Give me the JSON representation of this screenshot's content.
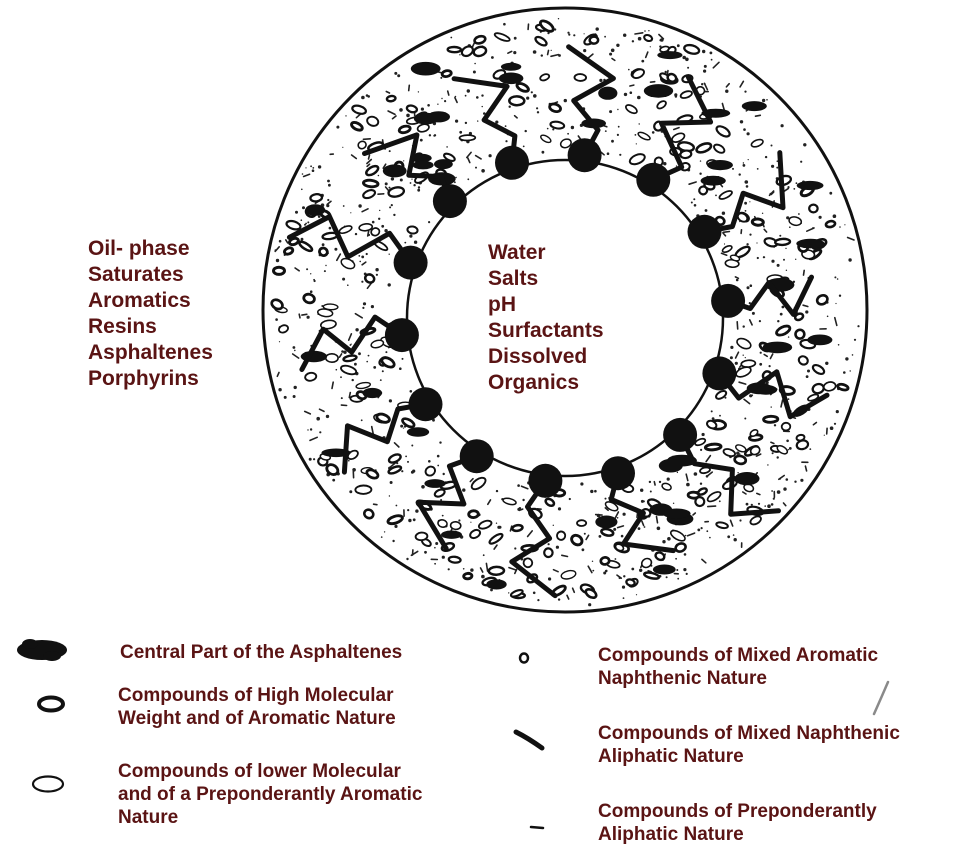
{
  "oil_phase": {
    "items": [
      "Oil- phase",
      "Saturates",
      "Aromatics",
      "Resins",
      "Asphaltenes",
      "Porphyrins"
    ]
  },
  "water_phase": {
    "items": [
      "Water",
      "Salts",
      "pH",
      "Surfactants",
      "Dissolved",
      "Organics"
    ]
  },
  "legend": {
    "central_asphaltene": [
      "Central Part of the Asphaltenes"
    ],
    "high_mw_aromatic": [
      "Compounds of High Molecular",
      "Weight and of Aromatic Nature"
    ],
    "lower_mw_aromatic": [
      "Compounds of lower Molecular",
      "and of a Preponderantly Aromatic",
      "Nature"
    ],
    "mixed_aromatic_naphthenic": [
      "Compounds of Mixed Aromatic",
      "Naphthenic Nature"
    ],
    "mixed_naphthenic_aliphatic": [
      "Compounds of Mixed Naphthenic",
      "Aliphatic Nature"
    ],
    "preponderantly_aliphatic": [
      "Compounds of Preponderantly",
      "Aliphatic Nature"
    ]
  },
  "colors": {
    "text": "#5a1414",
    "ink": "#111111",
    "background": "#ffffff"
  }
}
